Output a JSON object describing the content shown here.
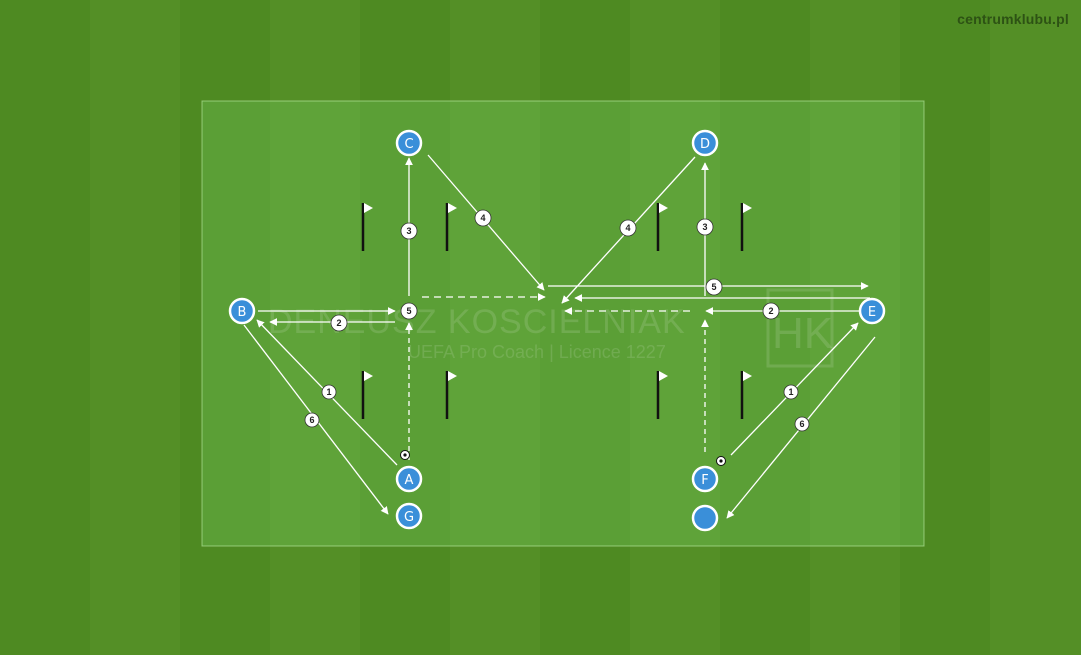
{
  "site": {
    "label": "centrumklubu.pl"
  },
  "watermark": {
    "name": "DENEUSZ KOSCIELNIAK",
    "subtitle": "UEFA Pro Coach  |  Licence 1227",
    "logo": "HK"
  },
  "players": [
    {
      "id": "C",
      "label": "C"
    },
    {
      "id": "D",
      "label": "D"
    },
    {
      "id": "B",
      "label": "B"
    },
    {
      "id": "E",
      "label": "E"
    },
    {
      "id": "A",
      "label": "A"
    },
    {
      "id": "G",
      "label": "G"
    },
    {
      "id": "F",
      "label": "F"
    },
    {
      "id": "H",
      "label": ""
    }
  ],
  "sequence_numbers": [
    "1",
    "2",
    "3",
    "4",
    "5",
    "6"
  ],
  "colors": {
    "grass": "#4e8a22",
    "field_overlay": "#7fd66a",
    "player_fill": "#3a8fd9",
    "player_stroke": "#ffffff",
    "line": "#ffffff"
  }
}
